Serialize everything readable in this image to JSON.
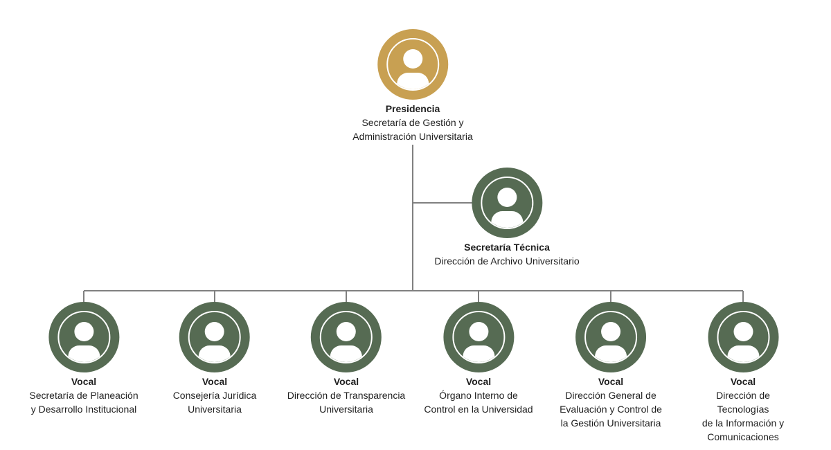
{
  "colors": {
    "president": "#C8A052",
    "member": "#566B53",
    "connector": "#808080"
  },
  "president": {
    "role": "Presidencia",
    "desc": "Secretaría de Gestión y\nAdministración Universitaria",
    "icon": "person-icon"
  },
  "secretary": {
    "role": "Secretaría Técnica",
    "desc": "Dirección de Archivo Universitario",
    "icon": "person-icon"
  },
  "vocals": [
    {
      "role": "Vocal",
      "desc": "Secretaría de Planeación\ny Desarrollo Institucional",
      "icon": "person-icon"
    },
    {
      "role": "Vocal",
      "desc": "Consejería Jurídica\nUniversitaria",
      "icon": "person-icon"
    },
    {
      "role": "Vocal",
      "desc": "Dirección de Transparencia\nUniversitaria",
      "icon": "person-icon"
    },
    {
      "role": "Vocal",
      "desc": "Órgano Interno de\nControl en la Universidad",
      "icon": "person-icon"
    },
    {
      "role": "Vocal",
      "desc": "Dirección General de\nEvaluación y Control de\nla Gestión Universitaria",
      "icon": "person-icon"
    },
    {
      "role": "Vocal",
      "desc": "Dirección de Tecnologías\nde la Información y\nComunicaciones",
      "icon": "person-icon"
    }
  ]
}
